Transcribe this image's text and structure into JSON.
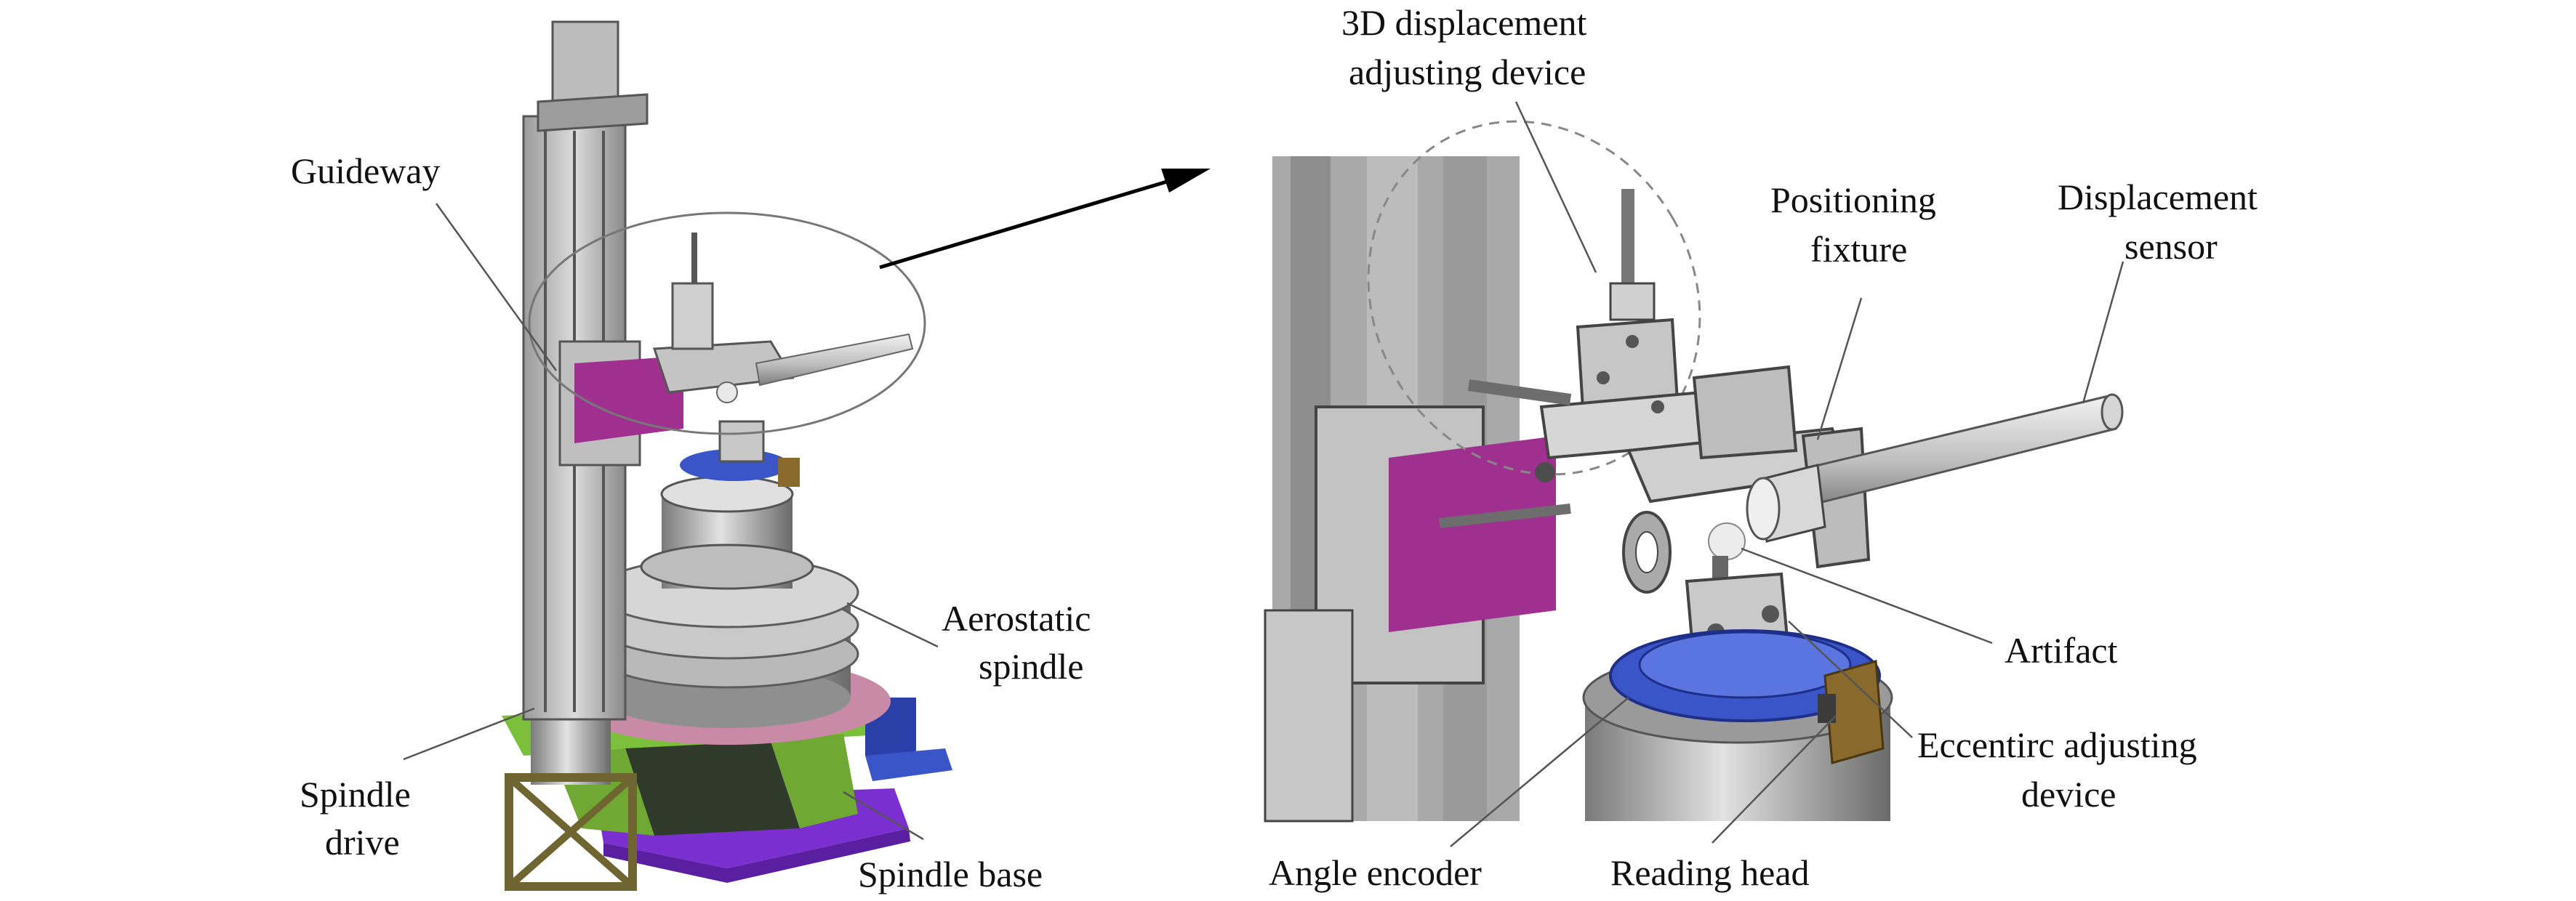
{
  "labels": {
    "guideway": "Guideway",
    "aerostatic_spindle": [
      "Aerostatic",
      "spindle"
    ],
    "spindle_drive": [
      "Spindle",
      "drive"
    ],
    "spindle_base": "Spindle base",
    "displacement_adjusting_device": [
      "3D displacement",
      "adjusting device"
    ],
    "positioning_fixture": [
      "Positioning",
      "fixture"
    ],
    "displacement_sensor": [
      "Displacement",
      "sensor"
    ],
    "artifact": "Artifact",
    "eccentric_adjusting_device": [
      "Eccentirc adjusting",
      "device"
    ],
    "angle_encoder": "Angle encoder",
    "reading_head": "Reading head"
  },
  "colors": {
    "metal_light": "#d9d9d9",
    "metal_mid": "#a9a9a9",
    "metal_dark": "#6e6e6e",
    "magenta_plate": "#a0308f",
    "encoder_blue": "#3a55c8",
    "base_purple": "#7b2fd0",
    "ring_pink": "#c98aa8",
    "ring_green": "#7bbf3a",
    "drive_olive": "#8a7a34",
    "reading_head_bronze": "#8a6a2c",
    "arrow": "#000000"
  }
}
